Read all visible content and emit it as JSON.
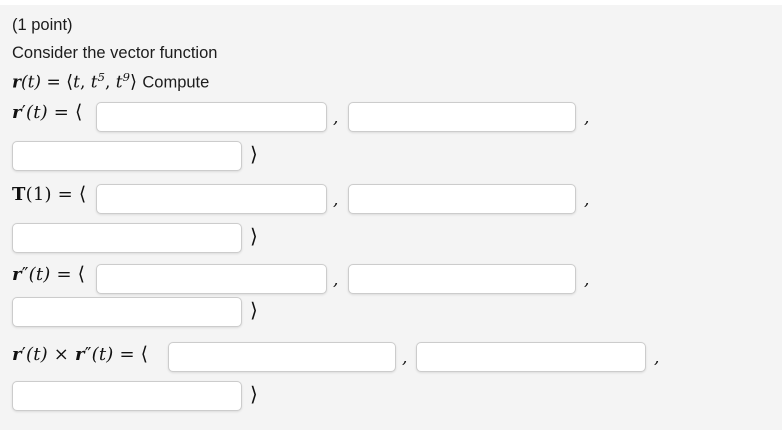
{
  "prompt": {
    "points": "(1 point)",
    "consider": "Consider the vector function",
    "function_tail": "Compute",
    "function": {
      "lhs_bold": "r",
      "lhs_arg": "(t)",
      "equals": "=",
      "open": "⟨",
      "comp1": "t",
      "comp2_base": "t",
      "comp2_exp": "5",
      "comp3_base": "t",
      "comp3_exp": "9",
      "close": "⟩"
    }
  },
  "symbols": {
    "open_angle": "⟨",
    "close_angle": "⟩",
    "comma": ",",
    "equals": "=",
    "times": "×",
    "prime": "′",
    "double_prime": "″"
  },
  "rows": [
    {
      "id": "r-prime",
      "label_bold": "r",
      "label_prime": "′",
      "label_arg": "(t)",
      "fields": [
        "",
        "",
        ""
      ],
      "placeholders": [
        "",
        "",
        ""
      ]
    },
    {
      "id": "unit-tangent",
      "label_bold": "T",
      "label_prime": "",
      "label_arg": "(1)",
      "fields": [
        "",
        "",
        ""
      ],
      "placeholders": [
        "",
        "",
        ""
      ]
    },
    {
      "id": "r-double-prime",
      "label_bold": "r",
      "label_prime": "″",
      "label_arg": "(t)",
      "fields": [
        "",
        "",
        ""
      ],
      "placeholders": [
        "",
        "",
        ""
      ]
    },
    {
      "id": "cross-product",
      "label_bold": "r",
      "label_prime": "′",
      "label_arg": "(t)",
      "label_bold2": "r",
      "label_prime2": "″",
      "label_arg2": "(t)",
      "fields": [
        "",
        "",
        ""
      ],
      "placeholders": [
        "",
        "",
        ""
      ]
    }
  ],
  "colors": {
    "page_background": "#f4f4f4",
    "text": "#1c1c1c",
    "math_text": "#111111",
    "field_background": "#ffffff",
    "field_border": "#cccccc"
  }
}
